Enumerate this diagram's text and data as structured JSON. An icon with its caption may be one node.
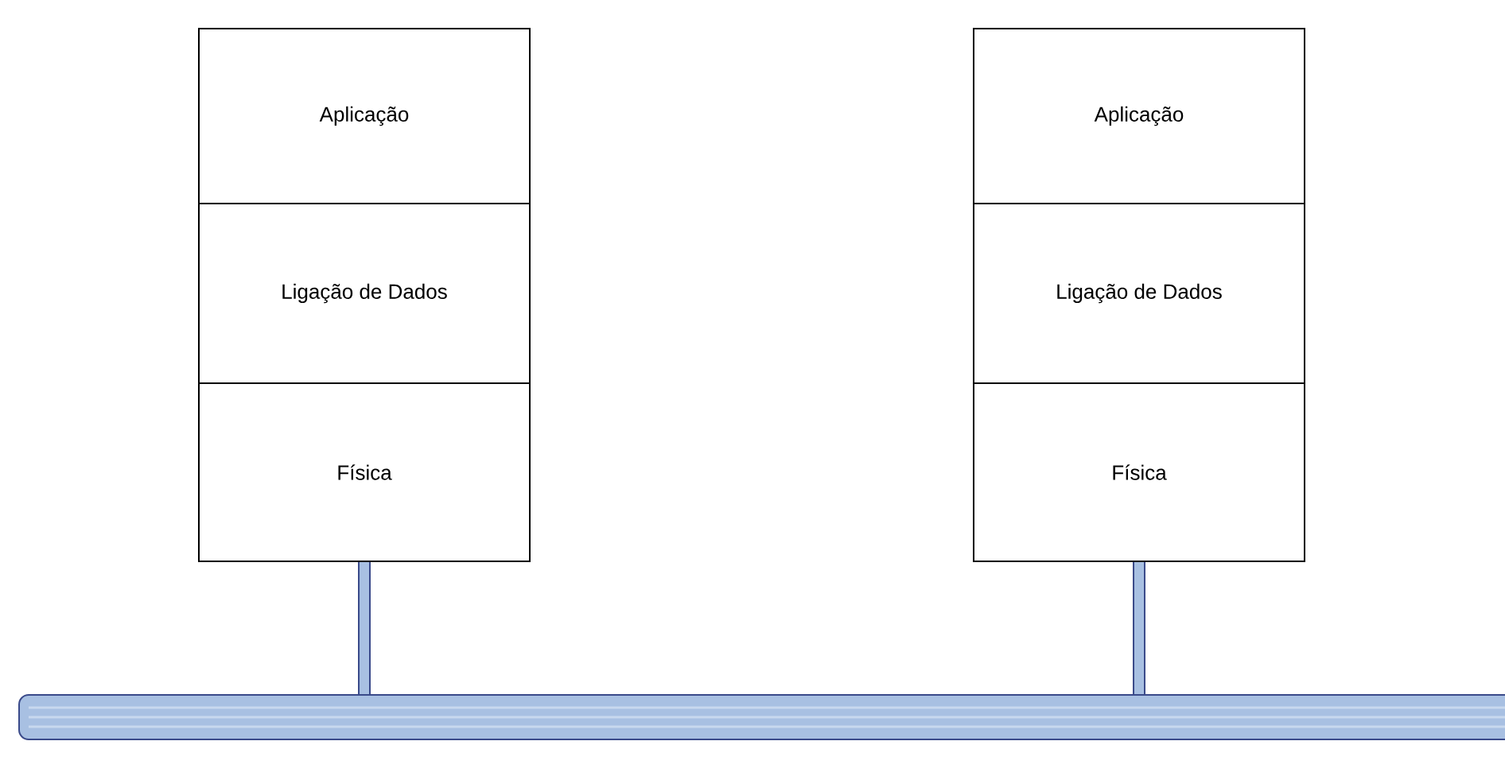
{
  "diagram": {
    "nodes": [
      {
        "text": [
          "Aplicação"
        ]
      },
      {
        "text": [
          "Ligação de Dados"
        ]
      },
      {
        "text": [
          "Física"
        ]
      },
      {
        "text": [
          "Aplicação"
        ]
      },
      {
        "text": [
          "Ligação de Dados"
        ]
      },
      {
        "text": [
          "Física"
        ]
      },
      {
        "text": [],
        "shape": "cylinder"
      }
    ],
    "edges": [
      {
        "from": 2,
        "to": 6,
        "arrow": "none"
      },
      {
        "from": 5,
        "to": 6,
        "arrow": "none"
      }
    ]
  }
}
